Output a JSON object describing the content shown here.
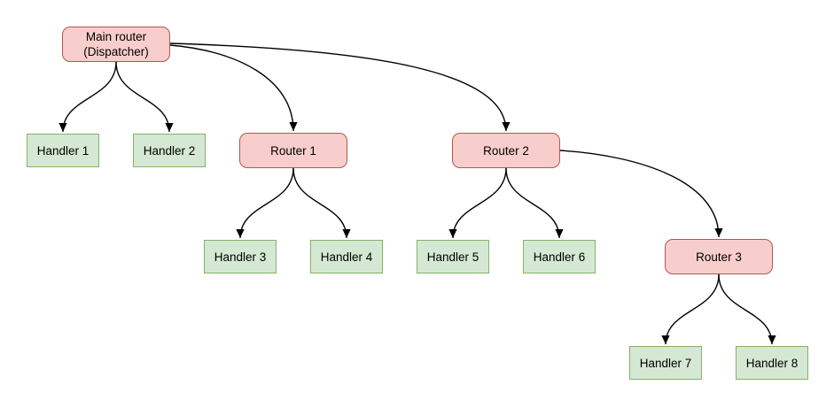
{
  "diagram": {
    "title": "",
    "type": "tree",
    "nodes": {
      "main": {
        "label": "Main router\n(Dispatcher)",
        "kind": "router"
      },
      "h1": {
        "label": "Handler 1",
        "kind": "handler"
      },
      "h2": {
        "label": "Handler 2",
        "kind": "handler"
      },
      "r1": {
        "label": "Router 1",
        "kind": "router"
      },
      "r2": {
        "label": "Router 2",
        "kind": "router"
      },
      "h3": {
        "label": "Handler 3",
        "kind": "handler"
      },
      "h4": {
        "label": "Handler 4",
        "kind": "handler"
      },
      "h5": {
        "label": "Handler 5",
        "kind": "handler"
      },
      "h6": {
        "label": "Handler 6",
        "kind": "handler"
      },
      "r3": {
        "label": "Router 3",
        "kind": "router"
      },
      "h7": {
        "label": "Handler 7",
        "kind": "handler"
      },
      "h8": {
        "label": "Handler 8",
        "kind": "handler"
      }
    },
    "edges": [
      {
        "from": "main",
        "to": "h1"
      },
      {
        "from": "main",
        "to": "h2"
      },
      {
        "from": "main",
        "to": "r1"
      },
      {
        "from": "main",
        "to": "r2"
      },
      {
        "from": "r1",
        "to": "h3"
      },
      {
        "from": "r1",
        "to": "h4"
      },
      {
        "from": "r2",
        "to": "h5"
      },
      {
        "from": "r2",
        "to": "h6"
      },
      {
        "from": "r2",
        "to": "r3"
      },
      {
        "from": "r3",
        "to": "h7"
      },
      {
        "from": "r3",
        "to": "h8"
      }
    ],
    "colors": {
      "router_fill": "#f8cecc",
      "router_border": "#b85450",
      "handler_fill": "#d5e8d4",
      "handler_border": "#82b366",
      "edge": "#000000"
    }
  }
}
